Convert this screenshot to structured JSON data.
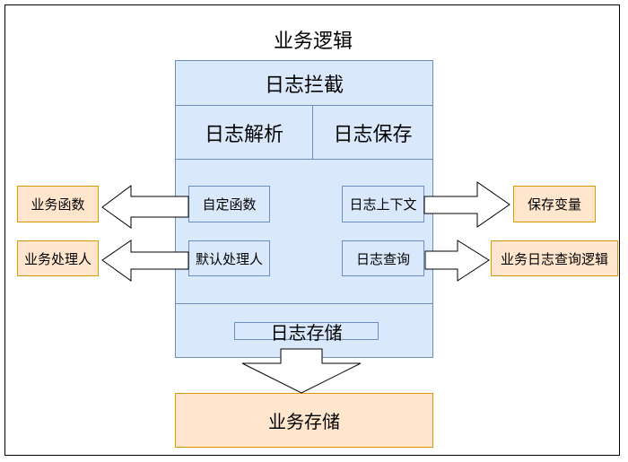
{
  "title": "业务逻辑",
  "interceptor": {
    "header": "日志拦截",
    "parse": "日志解析",
    "save": "日志保存",
    "custom_func": "自定函数",
    "context": "日志上下文",
    "default_handler": "默认处理人",
    "query": "日志查询",
    "storage": "日志存储"
  },
  "external": {
    "biz_func": "业务函数",
    "biz_handler": "业务处理人",
    "save_var": "保存变量",
    "biz_query_logic": "业务日志查询逻辑",
    "biz_storage": "业务存储"
  },
  "colors": {
    "blue_fill": "#dae8fc",
    "blue_stroke": "#6c8ebf",
    "orange_fill": "#ffe6cc",
    "orange_stroke": "#d79b00"
  }
}
